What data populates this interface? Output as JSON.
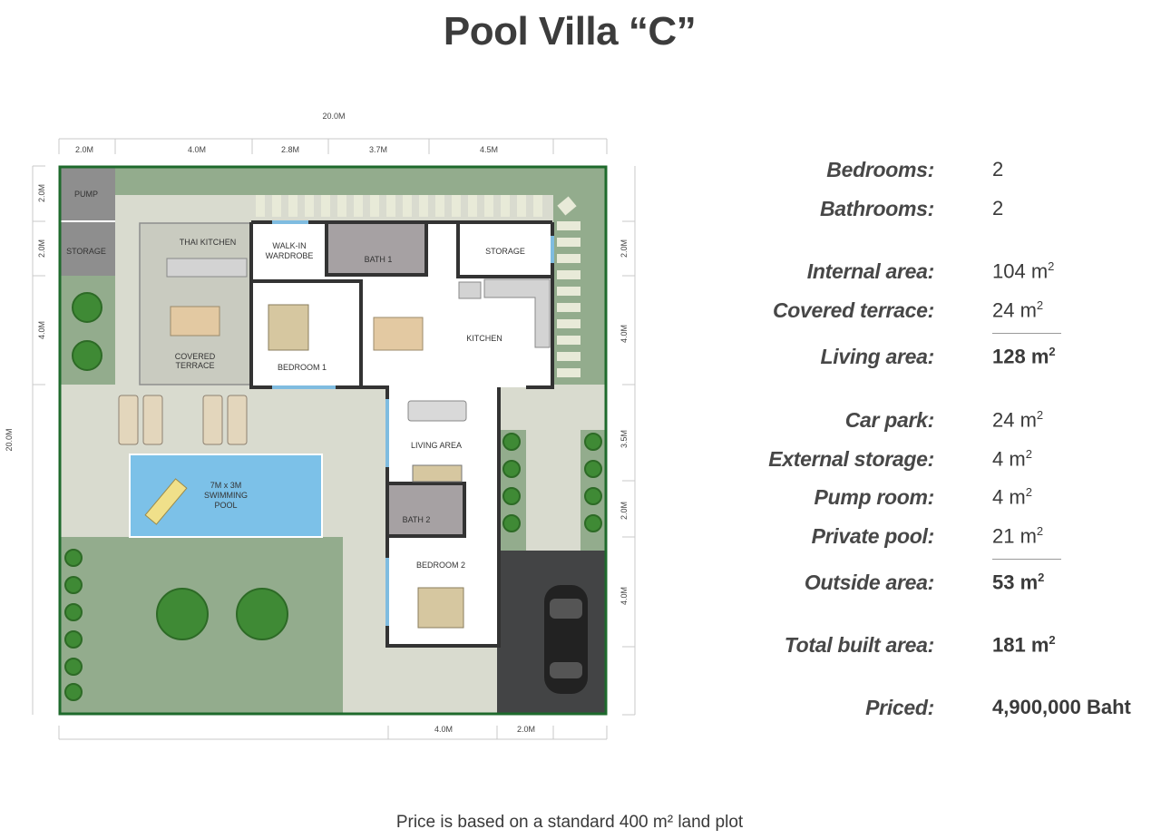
{
  "title": "Pool Villa “C”",
  "plan": {
    "overall_width": "20.0M",
    "overall_depth": "20.0M",
    "top_dims": [
      "2.0M",
      "4.0M",
      "2.8M",
      "3.7M",
      "4.5M"
    ],
    "right_dims": [
      "2.0M",
      "4.0M",
      "3.5M",
      "2.0M",
      "4.0M"
    ],
    "left_dims": [
      "2.0M",
      "2.0M",
      "4.0M"
    ],
    "bottom_dims": [
      "4.0M",
      "2.0M"
    ],
    "rooms": {
      "pump": "PUMP",
      "storage_ext": "STORAGE",
      "thai_kitchen": "THAI KITCHEN",
      "walk_in_1": "WALK-IN",
      "walk_in_2": "WARDROBE",
      "bath1": "BATH 1",
      "storage": "STORAGE",
      "kitchen": "KITCHEN",
      "bedroom1": "BEDROOM 1",
      "covered_1": "COVERED",
      "covered_2": "TERRACE",
      "living": "LIVING AREA",
      "pool_1": "7M x 3M",
      "pool_2": "SWIMMING",
      "pool_3": "POOL",
      "bath2": "BATH 2",
      "bedroom2": "BEDROOM 2"
    }
  },
  "specs": [
    {
      "label": "Bedrooms:",
      "value": "2"
    },
    {
      "label": "Bathrooms:",
      "value": "2"
    },
    {
      "label": "Internal area:",
      "value": "104 m",
      "sup": "2"
    },
    {
      "label": "Covered terrace:",
      "value": "24 m",
      "sup": "2"
    },
    {
      "label": "Living area:",
      "value": "128 m",
      "sup": "2",
      "bold": true
    },
    {
      "label": "Car park:",
      "value": "24 m",
      "sup": "2"
    },
    {
      "label": "External storage:",
      "value": "4 m",
      "sup": "2"
    },
    {
      "label": "Pump room:",
      "value": "4 m",
      "sup": "2"
    },
    {
      "label": "Private pool:",
      "value": "21 m",
      "sup": "2"
    },
    {
      "label": "Outside area:",
      "value": "53 m",
      "sup": "2",
      "bold": true
    },
    {
      "label": "Total built area:",
      "value": "181 m",
      "sup": "2",
      "bold": true
    },
    {
      "label": "Priced:",
      "value": "4,900,000 Baht",
      "bold": true
    }
  ],
  "footnote": "Price is based on a standard 400 m² land plot"
}
